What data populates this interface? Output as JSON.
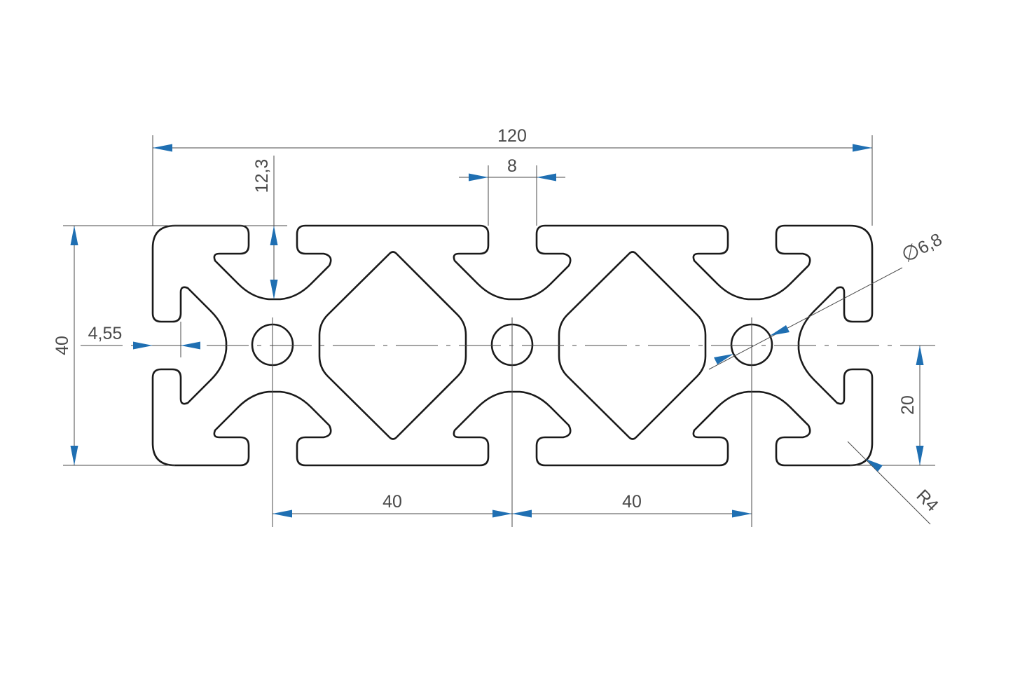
{
  "drawing": {
    "title": "",
    "colors": {
      "outline": "#1a1a1a",
      "dimension_line": "#4a4a4a",
      "arrow": "#1f6fb2",
      "background": "#ffffff"
    },
    "dimensions": {
      "overall_width": "120",
      "slot_width": "8",
      "slot_depth": "12,3",
      "height": "40",
      "lip_thickness": "4,55",
      "bore_diameter": "6,8",
      "diameter_symbol": "∅",
      "half_height": "20",
      "corner_radius": "R4",
      "pitch_left": "40",
      "pitch_right": "40"
    }
  }
}
